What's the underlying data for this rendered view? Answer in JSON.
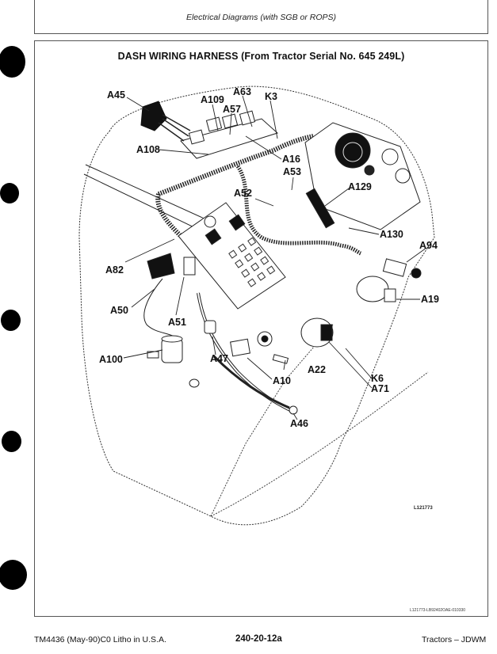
{
  "header": {
    "title": "Electrical Diagrams (with SGB or ROPS)"
  },
  "figure": {
    "title": "DASH WIRING HARNESS (From Tractor Serial No. 645 249L)",
    "callouts": {
      "A45": "A45",
      "A109": "A109",
      "A63": "A63",
      "K3": "K3",
      "A57": "A57",
      "A108": "A108",
      "A16": "A16",
      "A53": "A53",
      "A52": "A52",
      "A129": "A129",
      "A130": "A130",
      "A94": "A94",
      "A82": "A82",
      "A50": "A50",
      "A51": "A51",
      "A19": "A19",
      "A100": "A100",
      "A47": "A47",
      "A22": "A22",
      "A10": "A10",
      "K6": "K6",
      "A71": "A71",
      "A46": "A46"
    },
    "illustration_id": "L121773",
    "reference_id": "L121773-LB92402OAE-010330"
  },
  "footer": {
    "manual": "TM4436 (May-90)C0 Litho in U.S.A.",
    "page": "240-20-12a",
    "product": "Tractors – JDWM"
  }
}
